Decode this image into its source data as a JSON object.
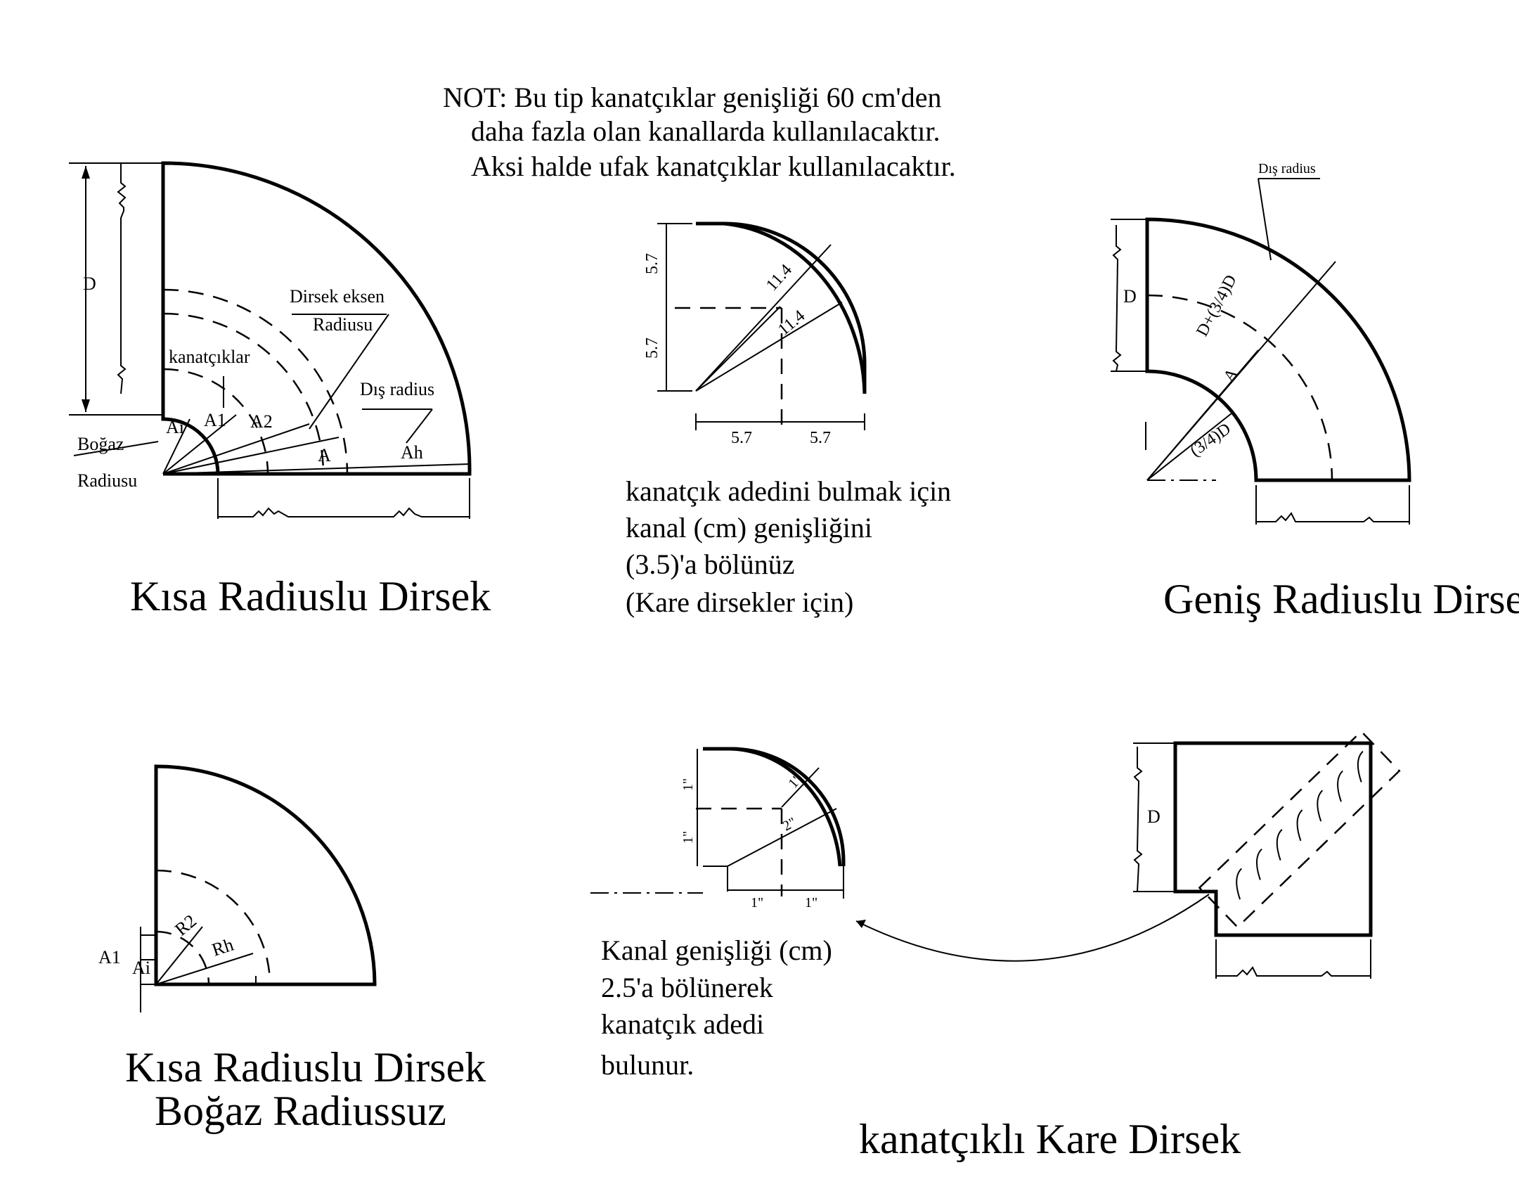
{
  "note": {
    "line1": "NOT: Bu tip kanatçıklar genişliği 60 cm'den",
    "line2": "daha fazla olan kanallarda kullanılacaktır.",
    "line3": "Aksi halde ufak kanatçıklar kullanılacaktır."
  },
  "short_radius_elbow": {
    "title": "Kısa Radiuslu Dirsek",
    "label_d": "D",
    "label_dirsek_eksen": "Dirsek eksen",
    "label_radiusu": "Radiusu",
    "label_kanatciklar": "kanatçıklar",
    "label_dis_radius": "Dış radius",
    "label_bogaz": "Boğaz",
    "label_bogaz_radiusu": "Radiusu",
    "label_ai": "Ai",
    "label_a1": "A1",
    "label_a2": "A2",
    "label_a": "A",
    "label_ah": "Ah"
  },
  "vane_detail": {
    "dim_top": "5.7",
    "dim_mid": "5.7",
    "dim_bottom_left": "5.7",
    "dim_bottom_right": "5.7",
    "dim_diag_upper": "11.4",
    "dim_diag_lower": "11.4",
    "caption_line1": "kanatçık adedini bulmak için",
    "caption_line2": "kanal (cm) genişliğini",
    "caption_line3": "(3.5)'a bölünüz",
    "caption_line4": "(Kare dirsekler için)"
  },
  "wide_radius_elbow": {
    "title": "Geniş Radiuslu Dirsek",
    "label_dis_radius": "Dış radius",
    "label_d": "D",
    "label_d_plus": "D+(3/4)D",
    "label_a": "A",
    "label_three_quarter": "(3/4)D"
  },
  "throatless_elbow": {
    "title_line1": "Kısa Radiuslu Dirsek",
    "title_line2": "Boğaz Radiussuz",
    "label_a1": "A1",
    "label_ai": "Ai",
    "label_r2": "R2",
    "label_rh": "Rh"
  },
  "small_vane_detail": {
    "dim_top": "1\"",
    "dim_mid": "1\"",
    "dim_diag_upper": "1\"",
    "dim_diag_lower": "2\"",
    "dim_bottom_left": "1\"",
    "dim_bottom_right": "1\"",
    "caption_line1": "Kanal genişliği (cm)",
    "caption_line2": "2.5'a bölünerek",
    "caption_line3": "kanatçık adedi",
    "caption_line4": "bulunur."
  },
  "square_elbow": {
    "title": "kanatçıklı Kare Dirsek",
    "label_d": "D"
  }
}
